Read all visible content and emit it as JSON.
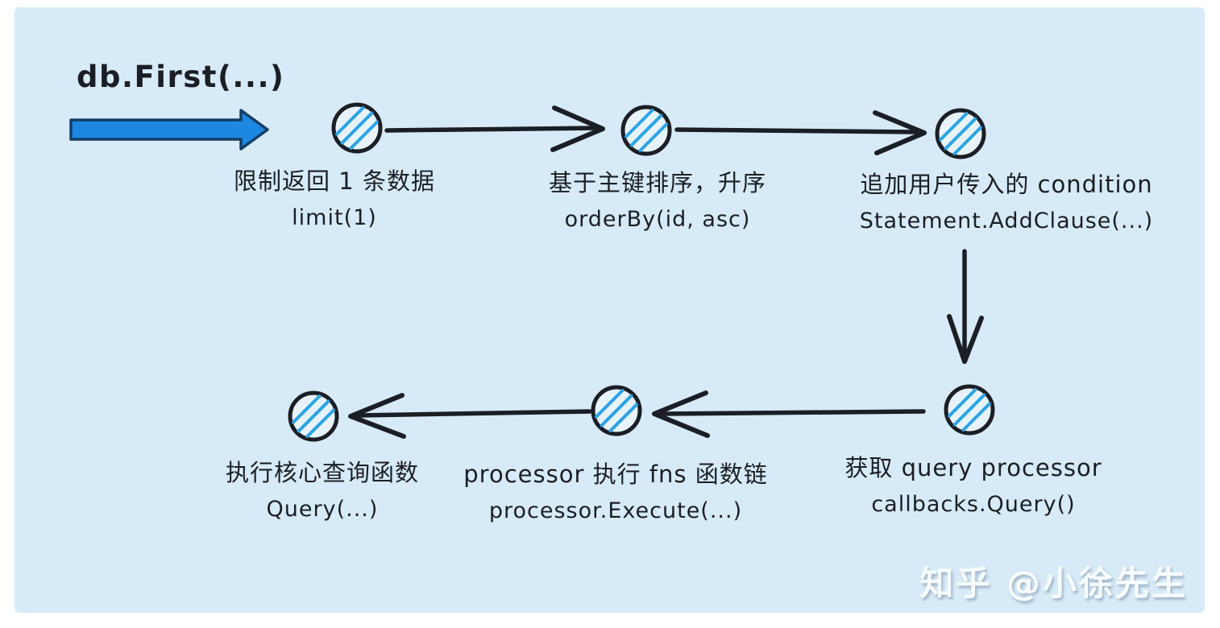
{
  "entry": {
    "label": "db.First(...)"
  },
  "nodes": [
    {
      "name": "limit",
      "desc": "限制返回 1 条数据",
      "code": "limit(1)"
    },
    {
      "name": "order-by-primary",
      "desc": "基于主键排序，升序",
      "code": "orderBy(id, asc)"
    },
    {
      "name": "add-condition",
      "desc": "追加用户传入的 condition",
      "code": "Statement.AddClause(...)"
    },
    {
      "name": "get-query-processor",
      "desc": "获取 query processor",
      "code": "callbacks.Query()"
    },
    {
      "name": "processor-execute",
      "desc": "processor 执行 fns 函数链",
      "code": "processor.Execute(...)"
    },
    {
      "name": "core-query",
      "desc": "执行核心查询函数",
      "code": "Query(...)"
    }
  ],
  "watermark": {
    "text": "知乎 @小徐先生"
  },
  "colors": {
    "board_background": "#d7eaf8",
    "ink": "#1b1e24",
    "node_fill": "#e7f2fb",
    "node_hatch": "#2ba4e4",
    "entry_arrow_fill": "#1e87e2",
    "entry_arrow_edge": "#123e66",
    "watermark_text": "#fafdff"
  }
}
